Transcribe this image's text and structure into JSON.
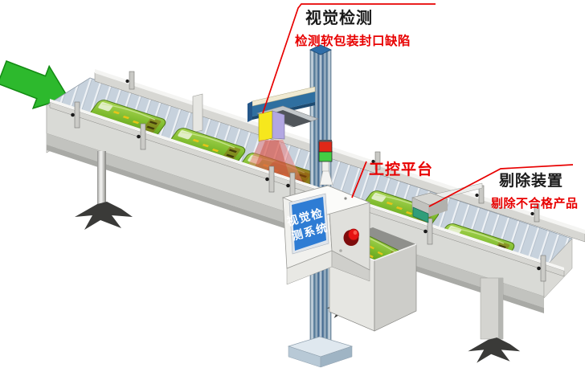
{
  "labels": {
    "vision_title": "视觉检测",
    "vision_subtitle": "检测软包装封口缺陷",
    "console_title": "工控平台",
    "reject_title": "剔除装置",
    "reject_subtitle": "剔除不合格产品"
  },
  "console_screen": {
    "line1": "视觉检",
    "line2": "测系统"
  },
  "colors": {
    "arrow_green": "#2db92d",
    "arrow_green_dark": "#128a12",
    "callout_red": "#e80000",
    "title_black": "#1a1a1a",
    "camera_yellow": "#f6e71d",
    "camera_purple": "#b2a7e2",
    "cone_pink": "#f07878",
    "cone_core": "#c83c28",
    "tower_red": "#e02818",
    "tower_green": "#44cc44",
    "screen_blue": "#2e7cd4",
    "screen_text": "#ffffff",
    "belt_blue": "#c7d2dd",
    "package_green": "#7cba2c",
    "reject_teal": "#2f9e7a"
  }
}
